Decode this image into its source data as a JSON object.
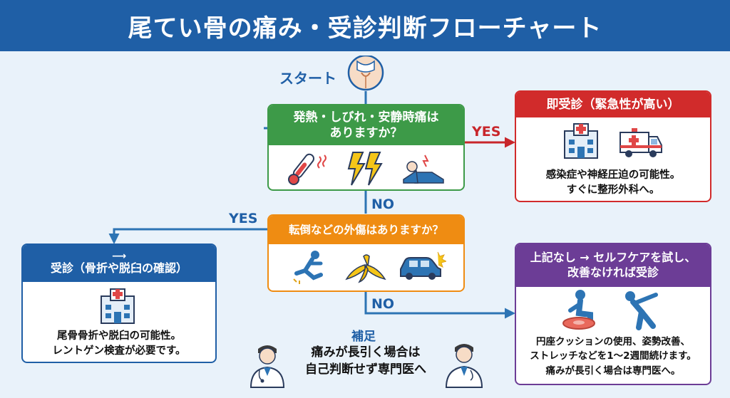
{
  "header": {
    "title": "尾てい骨の痛み・受診判断フローチャート"
  },
  "start": {
    "label": "スタート"
  },
  "q1": {
    "line1": "発熱・しびれ・安静時痛は",
    "line2": "ありますか？"
  },
  "q2": {
    "label": "転倒などの外傷はありますか？"
  },
  "urgent": {
    "title": "即受診（緊急性が高い）",
    "line1": "感染症や神経圧迫の可能性。",
    "line2": "すぐに整形外科へ。"
  },
  "visit": {
    "arrow_glyph": "⟶",
    "title": "受診（骨折や脱臼の確認）",
    "line1": "尾骨骨折や脱臼の可能性。",
    "line2": "レントゲン検査が必要です。"
  },
  "selfcare": {
    "title1": "上記なし → セルフケアを試し、",
    "title2": "改善なければ受診",
    "line1": "円座クッションの使用、姿勢改善、",
    "line2": "ストレッチなどを1〜2週間続けます。",
    "line3": "痛みが長引く場合は専門医へ。"
  },
  "note": {
    "heading": "補足",
    "line1": "痛みが長引く場合は",
    "line2": "自己判断せず専門医へ"
  },
  "labels": {
    "yes1": "YES",
    "no1": "NO",
    "yes2": "YES",
    "no2": "NO"
  },
  "colors": {
    "header": "#1f5fa6",
    "green": "#3d9a48",
    "red": "#d12b2b",
    "blue": "#1f5fa6",
    "orange": "#ef8c12",
    "purple": "#6c3d96",
    "arrow": "#2d74b4"
  }
}
